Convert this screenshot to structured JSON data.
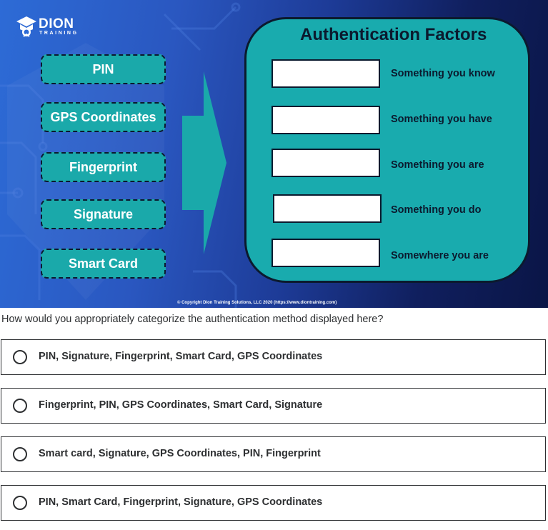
{
  "slide": {
    "logo_brand": "DION",
    "logo_sub": "TRAINING",
    "methods": [
      "PIN",
      "GPS Coordinates",
      "Fingerprint",
      "Signature",
      "Smart Card"
    ],
    "panel_title": "Authentication Factors",
    "factors": [
      "Something you know",
      "Something you have",
      "Something you are",
      "Something you do",
      "Somewhere you are"
    ],
    "copyright": "© Copyright Dion Training Solutions, LLC 2020  (https://www.diontraining.com)"
  },
  "question": {
    "text": "How would you appropriately categorize the authentication method displayed here?",
    "options": [
      "PIN, Signature, Fingerprint, Smart Card, GPS Coordinates",
      "Fingerprint, PIN, GPS Coordinates, Smart Card, Signature",
      "Smart card, Signature, GPS Coordinates, PIN, Fingerprint",
      "PIN, Smart Card, Fingerprint, Signature, GPS Coordinates"
    ]
  },
  "colors": {
    "teal": "#1aa9aa",
    "navy": "#0b1a2e",
    "bg_blue": "#2a57c0",
    "text": "#2d2f31"
  }
}
